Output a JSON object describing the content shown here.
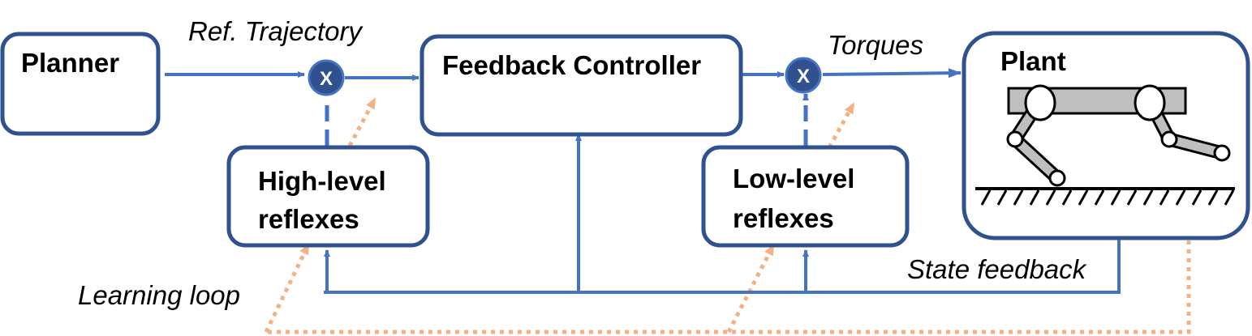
{
  "blocks": {
    "planner": "Planner",
    "feedback_controller": "Feedback Controller",
    "high_level_line1": "High-level",
    "high_level_line2": "reflexes",
    "low_level_line1": "Low-level",
    "low_level_line2": "reflexes",
    "plant": "Plant"
  },
  "signals": {
    "ref_trajectory": "Ref. Trajectory",
    "torques": "Torques",
    "state_feedback": "State feedback",
    "learning_loop": "Learning loop"
  },
  "multiplier_symbol": "X",
  "colors": {
    "box_stroke": "#2f528f",
    "signal_line": "#4472c4",
    "learning_line": "#f4b183",
    "robot_fill": "#bfbfbf"
  }
}
